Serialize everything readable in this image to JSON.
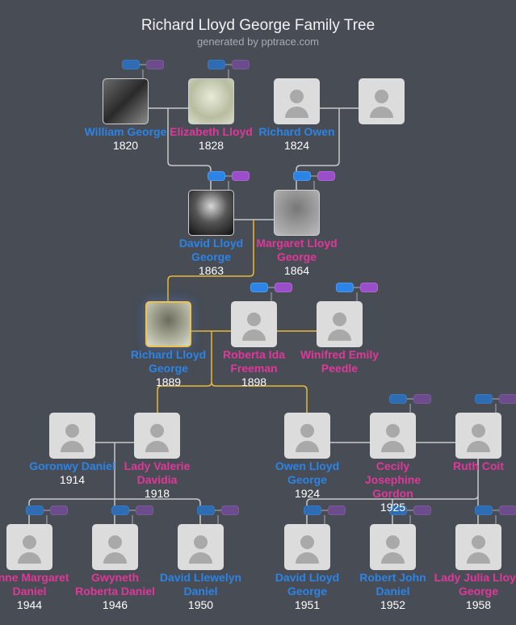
{
  "header": {
    "title": "Richard Lloyd George Family Tree",
    "subtitle": "generated by pptrace.com"
  },
  "colors": {
    "male": "#2b84e6",
    "female": "#e2379a",
    "selected_line": "#e8b93a",
    "line": "#c8c8c8",
    "background": "#474c55"
  },
  "people": [
    {
      "id": "william",
      "name": "William George",
      "year": "1820",
      "gender": "male",
      "photo": true,
      "toggles": "dim"
    },
    {
      "id": "elizabeth",
      "name": "Elizabeth Lloyd",
      "year": "1828",
      "gender": "female",
      "photo": true,
      "toggles": "dim"
    },
    {
      "id": "richard_owen",
      "name": "Richard Owen",
      "year": "1824",
      "gender": "male",
      "photo": false
    },
    {
      "id": "unknown",
      "name": "",
      "year": "",
      "gender": "female",
      "photo": false
    },
    {
      "id": "david",
      "name": "David Lloyd George",
      "year": "1863",
      "gender": "male",
      "photo": true,
      "toggles": "on"
    },
    {
      "id": "margaret",
      "name": "Margaret Lloyd George",
      "year": "1864",
      "gender": "female",
      "photo": true,
      "toggles": "on"
    },
    {
      "id": "richard_lg",
      "name": "Richard Lloyd George",
      "year": "1889",
      "gender": "male",
      "photo": true,
      "selected": true
    },
    {
      "id": "roberta",
      "name": "Roberta Ida Freeman",
      "year": "1898",
      "gender": "female",
      "photo": false,
      "toggles": "on"
    },
    {
      "id": "winifred",
      "name": "Winifred Emily Peedle",
      "year": "",
      "gender": "female",
      "photo": false,
      "toggles": "on"
    },
    {
      "id": "goronwy",
      "name": "Goronwy Daniel",
      "year": "1914",
      "gender": "male",
      "photo": false
    },
    {
      "id": "valerie",
      "name": "Lady Valerie Davidia",
      "year": "1918",
      "gender": "female",
      "photo": false
    },
    {
      "id": "owen",
      "name": "Owen Lloyd George",
      "year": "1924",
      "gender": "male",
      "photo": false
    },
    {
      "id": "cecily",
      "name": "Cecily Josephine Gordon",
      "year": "1925",
      "gender": "female",
      "photo": false,
      "toggles": "dim"
    },
    {
      "id": "ruth",
      "name": "Ruth Coit",
      "year": "",
      "gender": "female",
      "photo": false,
      "toggles": "dim"
    },
    {
      "id": "anne",
      "name": "Anne Margaret Daniel",
      "year": "1944",
      "gender": "female",
      "photo": false,
      "toggles": "dim"
    },
    {
      "id": "gwyneth",
      "name": "Gwyneth Roberta Daniel",
      "year": "1946",
      "gender": "female",
      "photo": false,
      "toggles": "dim"
    },
    {
      "id": "david_l",
      "name": "David Llewelyn Daniel",
      "year": "1950",
      "gender": "male",
      "photo": false,
      "toggles": "dim"
    },
    {
      "id": "david_lg",
      "name": "David Lloyd George",
      "year": "1951",
      "gender": "male",
      "photo": false,
      "toggles": "dim"
    },
    {
      "id": "robert",
      "name": "Robert John Daniel",
      "year": "1952",
      "gender": "male",
      "photo": false,
      "toggles": "dim"
    },
    {
      "id": "julia",
      "name": "Lady Julia Lloyd George",
      "year": "1958",
      "gender": "female",
      "photo": false,
      "toggles": "dim"
    }
  ]
}
